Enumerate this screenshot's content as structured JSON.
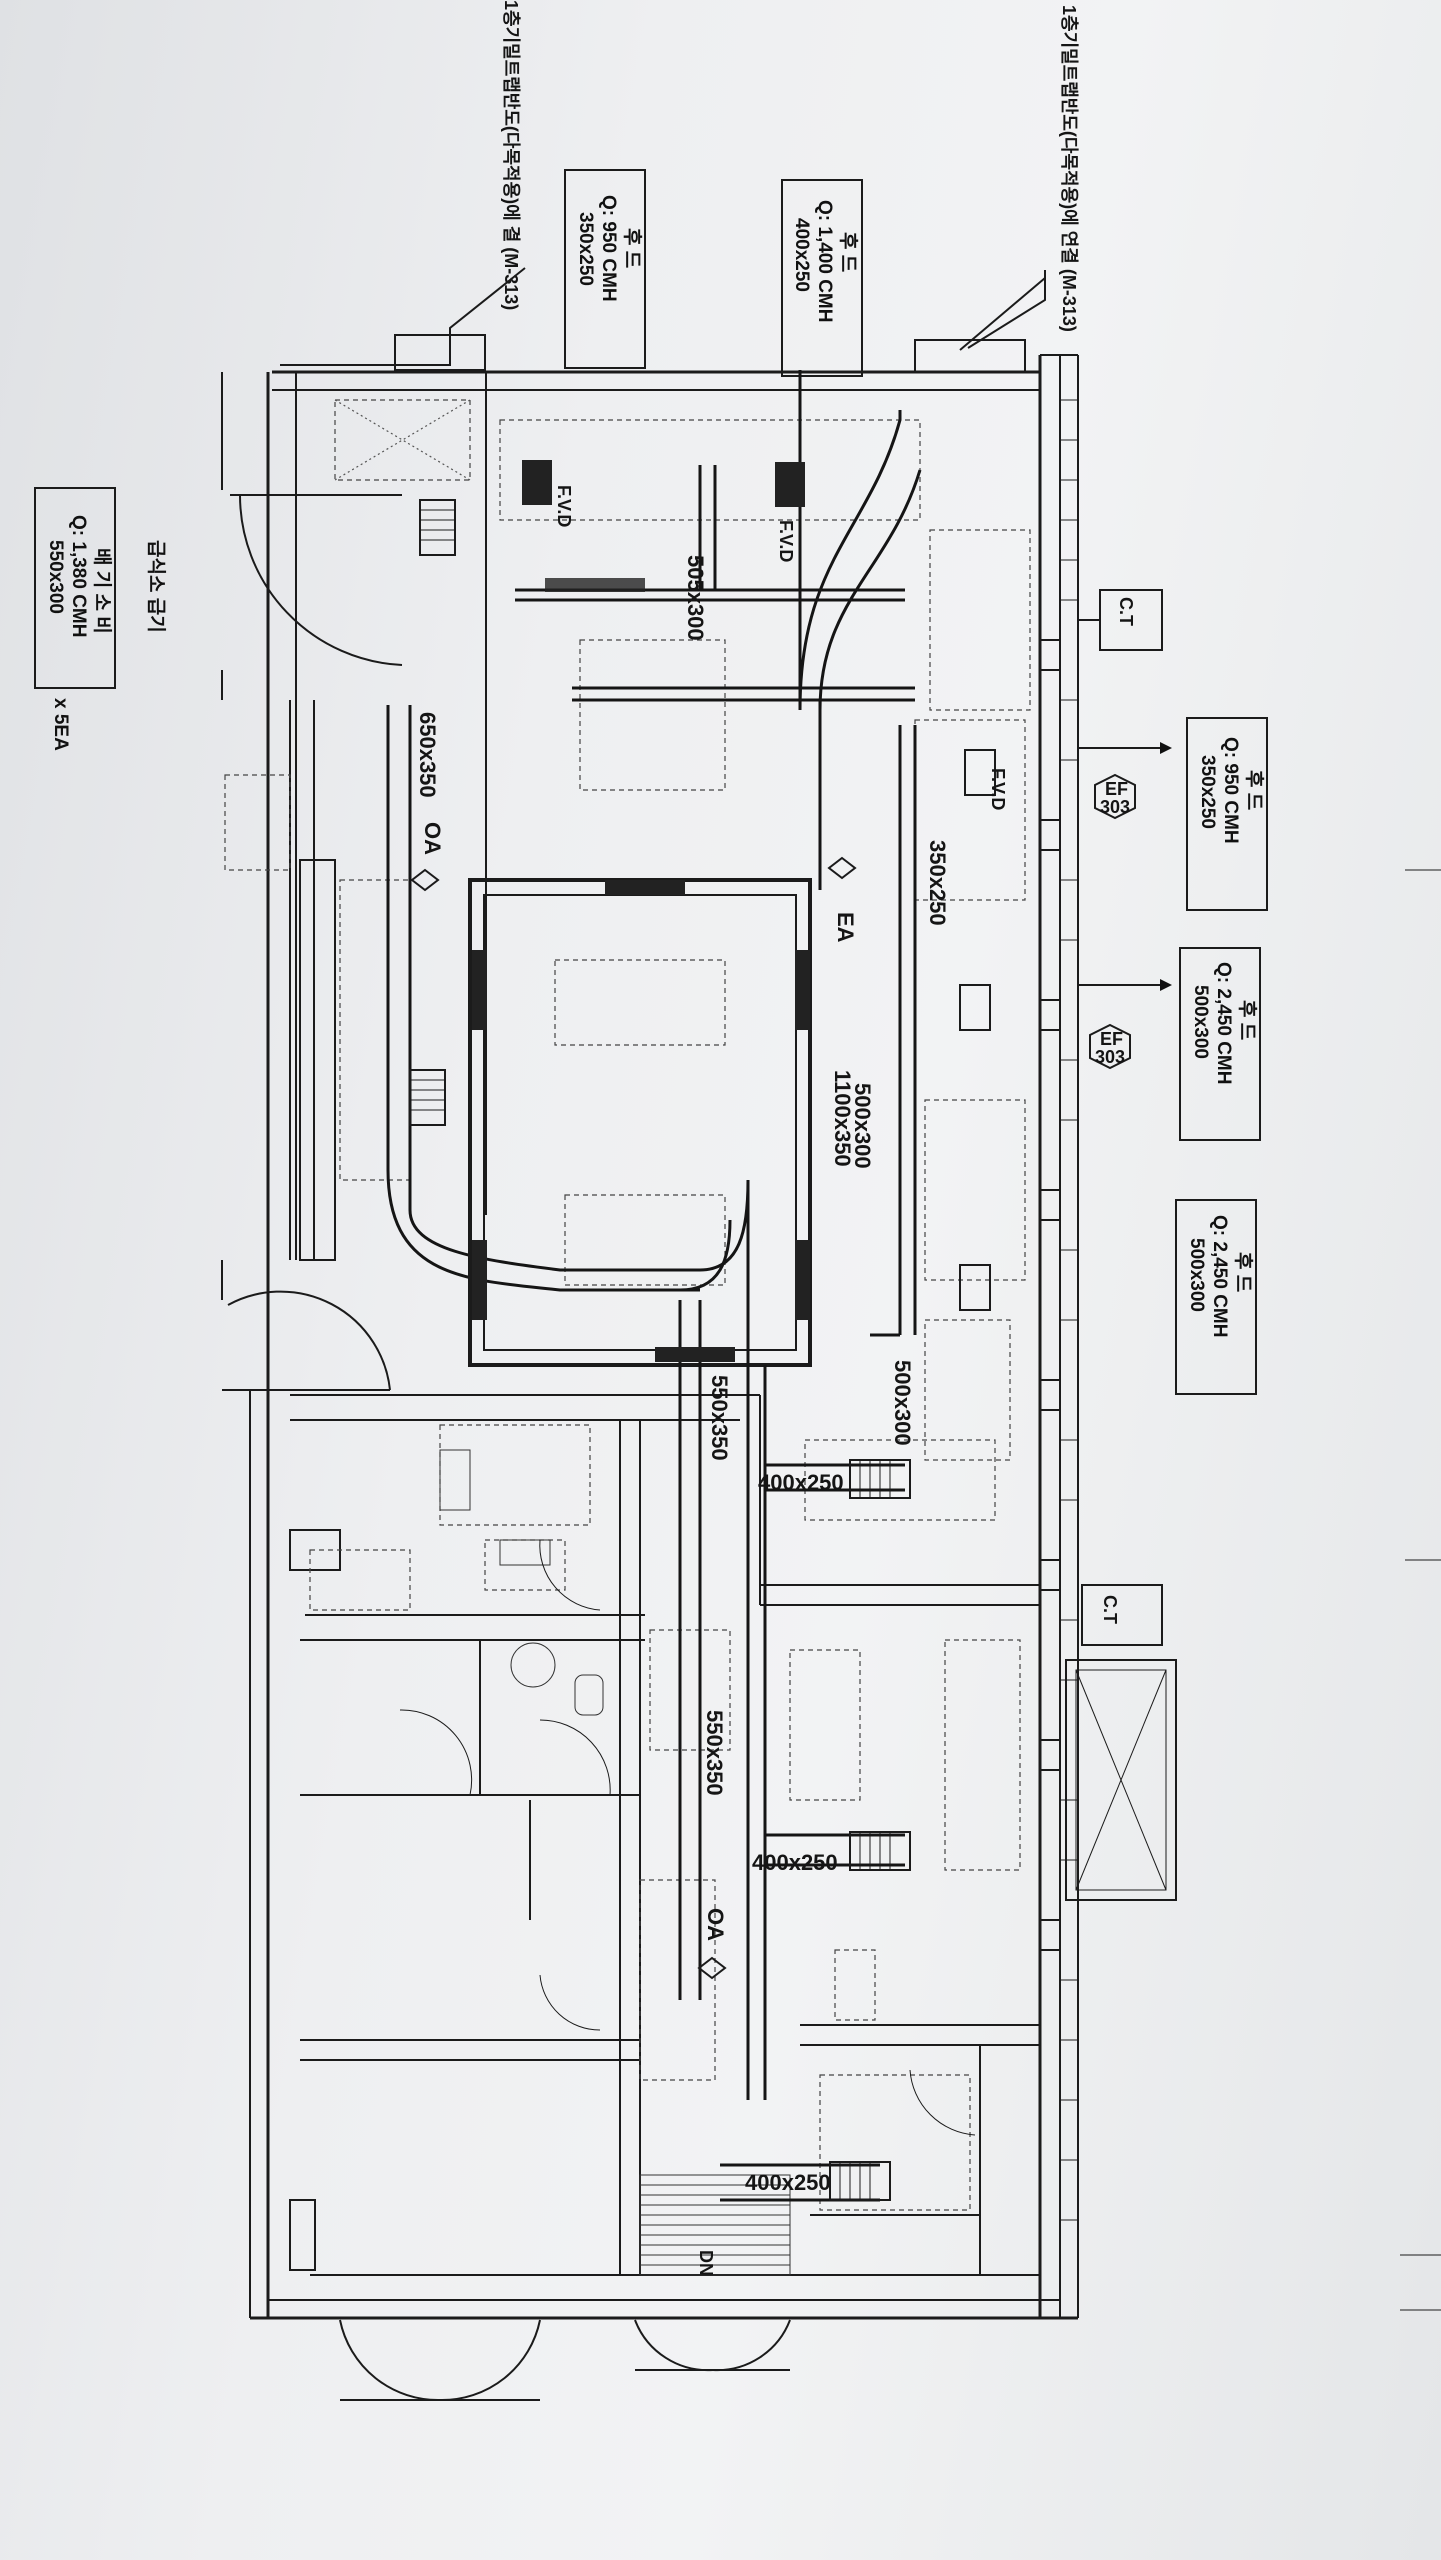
{
  "note_top_left": "1층기밀트랩반도(다목적용)에 결 (M-313)",
  "note_top_right": "1층기밀트랩반도(다목적용)에 연결 (M-313)",
  "boxes": {
    "top_left": {
      "title": "후 드",
      "flow": "Q: 950 CMH",
      "size": "350x250"
    },
    "top_right": {
      "title": "후 드",
      "flow": "Q: 1,400 CMH",
      "size": "400x250"
    },
    "grease": {
      "title": "배 기 소 비",
      "flow": "Q: 1,380 CMH",
      "size": "550x300",
      "qty": "x 5EA",
      "header": "급식소 급기"
    },
    "right_1": {
      "title": "후 드",
      "flow": "Q: 950 CMH",
      "size": "350x250"
    },
    "right_2": {
      "title": "후 드",
      "flow": "Q: 2,450 CMH",
      "size": "500x300"
    },
    "right_3": {
      "title": "후 드",
      "flow": "Q: 2,450 CMH",
      "size": "500x300"
    }
  },
  "fans": [
    {
      "tag": "EF",
      "num": "303"
    },
    {
      "tag": "EF",
      "num": "303"
    }
  ],
  "duct_labels": {
    "d_505x300": "505x300",
    "d_650x350": "650x350",
    "d_1100x350": "1100x350",
    "d_350x250": "350x250",
    "d_500x300_a": "500x300",
    "d_500x300_b": "500x300",
    "d_550x350_a": "550x350",
    "d_550x350_b": "550x350",
    "d_400x250_a": "400x250",
    "d_400x250_b": "400x250",
    "d_400x250_c": "400x250"
  },
  "tags": {
    "fvd_1": "F.V.D",
    "fvd_2": "F.V.D",
    "fvd_3": "F.V.D",
    "oa_1": "OA",
    "oa_2": "OA",
    "ea": "EA",
    "dn": "DN",
    "ct_1": "C.T",
    "ct_2": "C.T"
  }
}
